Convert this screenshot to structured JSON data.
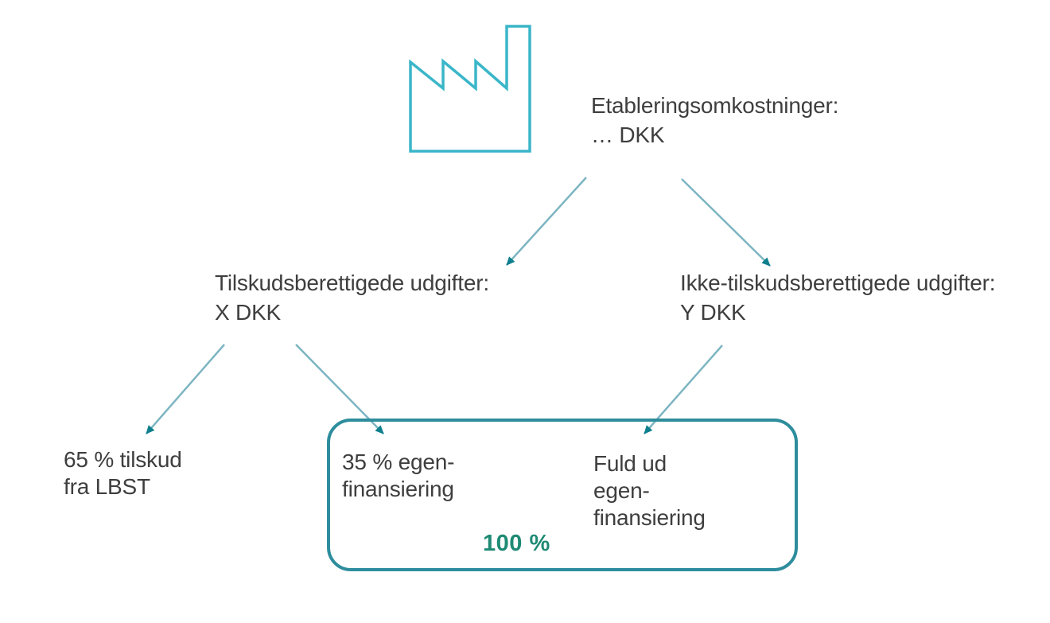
{
  "diagram": {
    "root": {
      "label": "Etableringsomkostninger:\n… DKK"
    },
    "eligible": {
      "label": "Tilskudsberettigede udgifter:\nX DKK"
    },
    "non_eligible": {
      "label": "Ikke-tilskudsberettigede udgifter:\nY DKK"
    },
    "grant": {
      "label": "65 % tilskud\nfra LBST"
    },
    "own_financing": {
      "label": "35 % egen-\nfinansiering"
    },
    "full_own_financing": {
      "label": "Fuld ud\negen-\nfinansiering"
    },
    "total": {
      "label": "100 %"
    }
  },
  "icons": {
    "factory": "factory-icon"
  },
  "colors": {
    "background": "#ffffff",
    "body_text": "#3e3e3e",
    "factory_icon": "#3ab6c9",
    "arrow_line": "#7db5c2",
    "arrow_head": "#0e7f8d",
    "box_border": "#2e8d9d",
    "total_text": "#1e8a74"
  }
}
